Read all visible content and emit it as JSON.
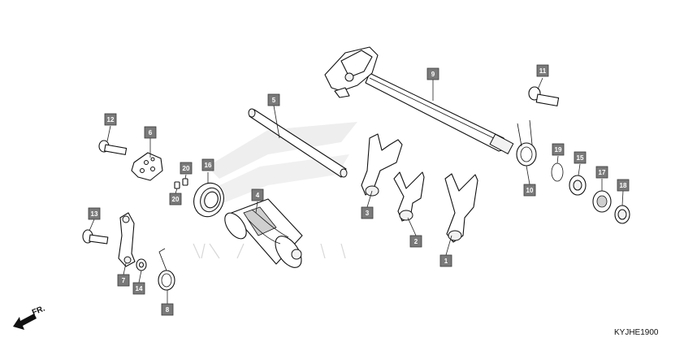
{
  "diagram_code": "KYJHE1900",
  "front_marker": "FR.",
  "callouts": [
    "1",
    "2",
    "3",
    "4",
    "5",
    "6",
    "7",
    "8",
    "9",
    "10",
    "11",
    "12",
    "13",
    "14",
    "15",
    "16",
    "17",
    "18",
    "19",
    "20",
    "20"
  ]
}
